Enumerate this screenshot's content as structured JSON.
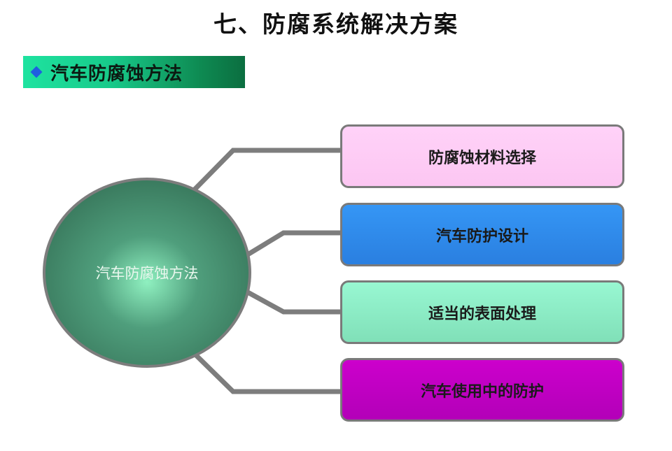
{
  "title": "七、防腐系统解决方案",
  "section_header": {
    "icon": "diamond-bullet-icon",
    "label": "汽车防腐蚀方法"
  },
  "hub": {
    "label": "汽车防腐蚀方法"
  },
  "branches": [
    {
      "label": "防腐蚀材料选择",
      "color": "#ffccf5"
    },
    {
      "label": "汽车防护设计",
      "color": "#2f8be8"
    },
    {
      "label": "适当的表面处理",
      "color": "#8ff0c8"
    },
    {
      "label": "汽车使用中的防护",
      "color": "#c000c0"
    }
  ]
}
